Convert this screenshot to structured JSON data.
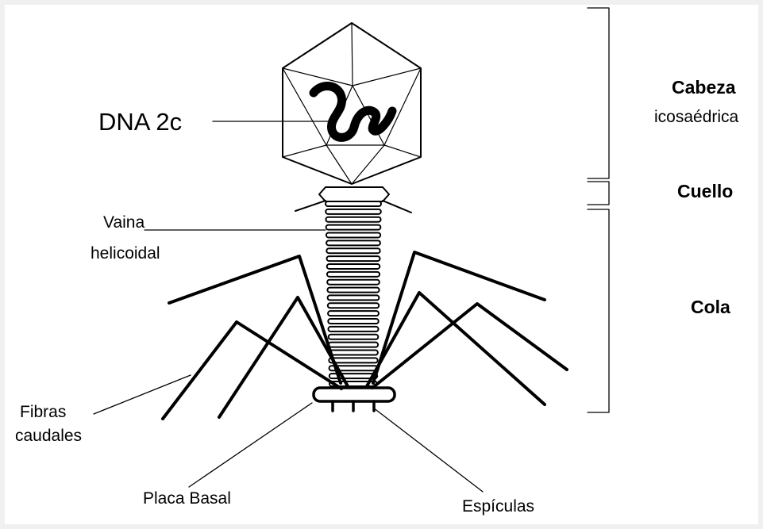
{
  "labels": {
    "dna": "DNA 2c",
    "vaina_1": "Vaina",
    "vaina_2": "helicoidal",
    "fibras_1": "Fibras",
    "fibras_2": "caudales",
    "placa": "Placa Basal",
    "espiculas": "Espículas",
    "cabeza": "Cabeza",
    "icosaedrica": "icosaédrica",
    "cuello": "Cuello",
    "cola": "Cola"
  },
  "colors": {
    "line": "#000000",
    "frame": "#f0f0f0",
    "background": "#ffffff"
  }
}
